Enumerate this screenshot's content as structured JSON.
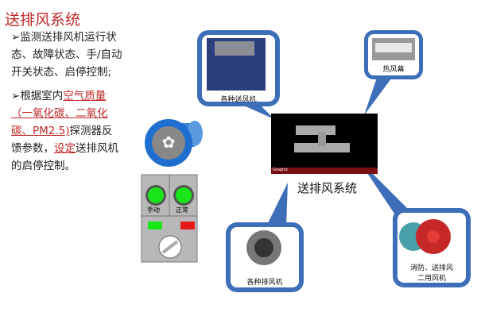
{
  "title": "送排风系统",
  "bullets": [
    {
      "marker": "➢",
      "text": "监测送排风机运行状态、故障状态、手/自动开关状态、启停控制;"
    },
    {
      "marker": "➢",
      "pre": "根据室内",
      "hl1": "空气质量（一氧化碳、二氧化碳、PM2.5)",
      "mid": "探测器反馈参数，",
      "hl2": "设定",
      "post": "送排风机的启停控制。"
    }
  ],
  "panel": {
    "manual_label": "手动",
    "normal_label": "正常"
  },
  "screen": {
    "label": "送排风系统",
    "brand": "Graphic"
  },
  "callouts": {
    "supply_fans": "各种送风机",
    "air_curtain": "热风幕",
    "exhaust_fans": "各种排风机",
    "dual_fans_1": "消防、送排风",
    "dual_fans_2": "二用风机"
  }
}
